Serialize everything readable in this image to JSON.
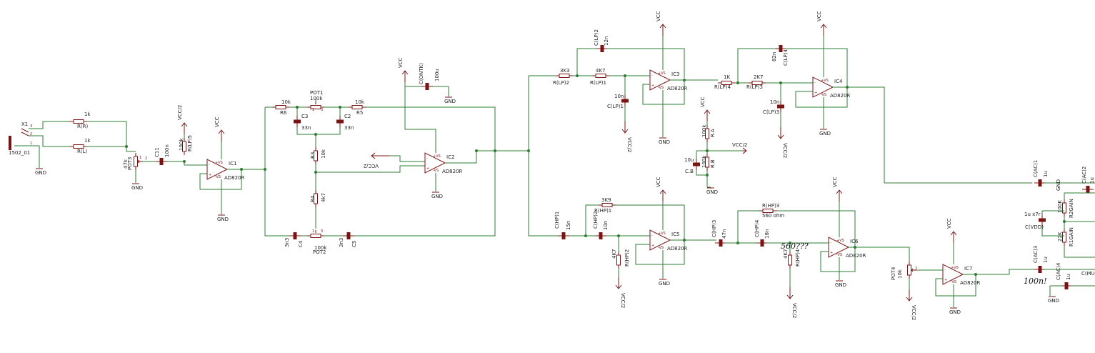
{
  "connector": {
    "name": "X1",
    "part": "1502_01",
    "pins": [
      "3",
      "2",
      "1"
    ]
  },
  "net_labels": {
    "vcc": "VCC",
    "gnd": "GND",
    "vcc2": "VCC/2"
  },
  "opamp_value": "AD820R",
  "opamp_pins": {
    "plus_vs": "+VS",
    "minus_vs": "-VS"
  },
  "opamps": [
    "IC1",
    "IC2",
    "IC3",
    "IC4",
    "IC5",
    "IC6",
    "IC7"
  ],
  "resistors": [
    {
      "name": "R(R)",
      "value": "1k"
    },
    {
      "name": "R(L)",
      "value": "1k"
    },
    {
      "name": "R(LP)5",
      "value": "100k"
    },
    {
      "name": "R6",
      "value": "10k"
    },
    {
      "name": "R5",
      "value": "10k"
    },
    {
      "name": "R3",
      "value": "10k"
    },
    {
      "name": "R4",
      "value": "4k7"
    },
    {
      "name": "R(LP)2",
      "value": "3K3"
    },
    {
      "name": "R(LP)1",
      "value": "4K7"
    },
    {
      "name": "R(LP)4",
      "value": "1K"
    },
    {
      "name": "R(LP)3",
      "value": "2K7"
    },
    {
      "name": "R.A",
      "value": "100k"
    },
    {
      "name": "R.B",
      "value": "100k"
    },
    {
      "name": "R(HP)1",
      "value": "3K9"
    },
    {
      "name": "R(HP)2",
      "value": "4K7"
    },
    {
      "name": "R(HP)3",
      "value": "560 ohm"
    },
    {
      "name": "R(HP)4",
      "value": "4K7"
    },
    {
      "name": "R2GAIN",
      "value": "100K"
    },
    {
      "name": "R1GAIN",
      "value": "22K"
    }
  ],
  "capacitors": [
    {
      "name": "C11",
      "value": "100n"
    },
    {
      "name": "C3",
      "value": "33n"
    },
    {
      "name": "C2",
      "value": "33n"
    },
    {
      "name": "C4",
      "value": "3n3"
    },
    {
      "name": "C5",
      "value": "3n3"
    },
    {
      "name": "C(ONTK)",
      "value": "100u"
    },
    {
      "name": "C(LP)2",
      "value": "12n"
    },
    {
      "name": "C(LP)1",
      "value": "10n"
    },
    {
      "name": "C(LP)4",
      "value": "82n"
    },
    {
      "name": "C(LP)3",
      "value": "10n"
    },
    {
      "name": "C.B",
      "value": "10u"
    },
    {
      "name": "C(HP)1",
      "value": "15n"
    },
    {
      "name": "C(HP)2",
      "value": "10n"
    },
    {
      "name": "C(HP)3",
      "value": "47n"
    },
    {
      "name": "C(HP)4",
      "value": "18n"
    },
    {
      "name": "C(AC)1",
      "value": "1u"
    },
    {
      "name": "C(AC)2",
      "value": "1u"
    },
    {
      "name": "C(AC)3",
      "value": "1u"
    },
    {
      "name": "C(AC)4",
      "value": "1u"
    },
    {
      "name": "C(VDD)",
      "value": "1u x7r"
    },
    {
      "name": "C(MU",
      "value": ""
    }
  ],
  "pots": [
    {
      "name": "POT1",
      "value": "100k"
    },
    {
      "name": "POT2",
      "value": "100k"
    },
    {
      "name": "POT3",
      "value": "47k"
    },
    {
      "name": "POT4",
      "value": "10k"
    }
  ],
  "annotations": [
    "560???",
    "100n!"
  ]
}
